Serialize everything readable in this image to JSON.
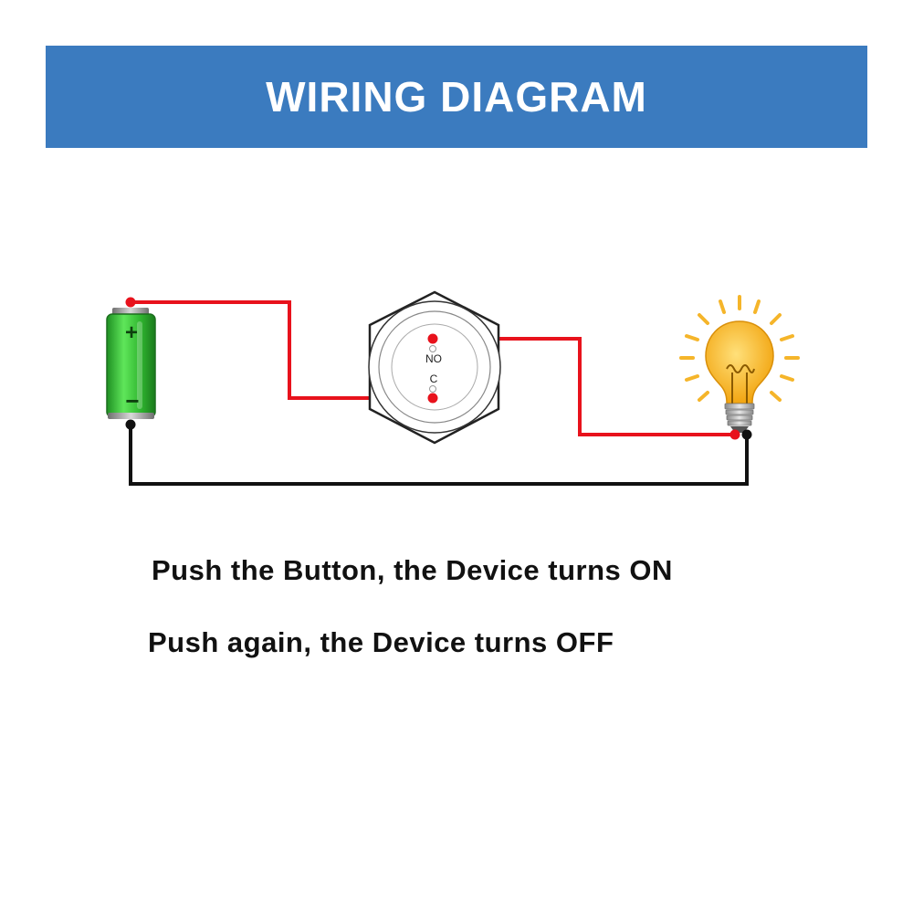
{
  "header": {
    "title": "WIRING DIAGRAM",
    "bg_color": "#3b7bbf"
  },
  "battery": {
    "plus_symbol": "+",
    "minus_symbol": "−",
    "color": "#39c43a"
  },
  "switch": {
    "terminal_no_label": "NO",
    "terminal_c_label": "C"
  },
  "wires": {
    "positive_color": "#e8121c",
    "negative_color": "#111111"
  },
  "bulb": {
    "glass_color": "#f8b820",
    "ray_color": "#f5b52a"
  },
  "instructions": {
    "line_on": "Push the Button, the Device turns ON",
    "line_off": "Push again, the Device turns OFF"
  }
}
